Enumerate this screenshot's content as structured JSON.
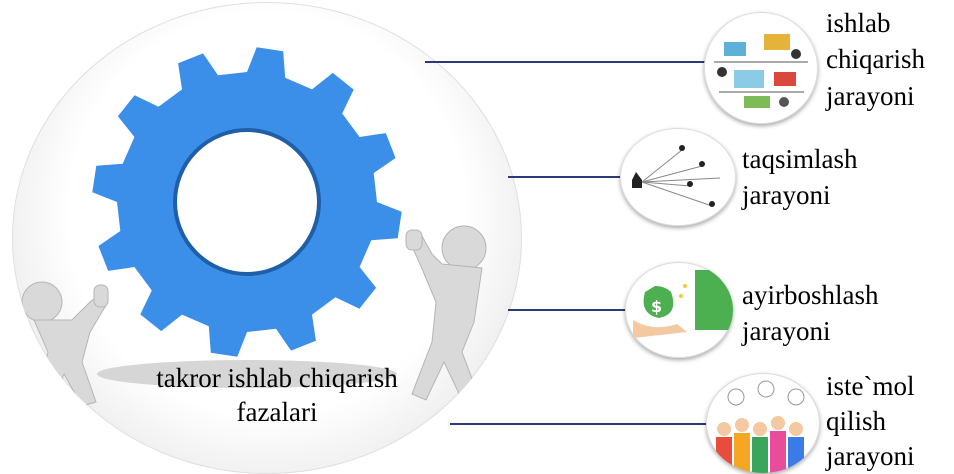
{
  "center": {
    "caption_line1": "takror  ishlab  chiqarish",
    "caption_line2": "fazalari",
    "gear_color": "#3b8fe8"
  },
  "stages": [
    {
      "line1": "ishlab",
      "line2": "chiqarish",
      "line3": "jarayoni",
      "icon": "factory-icon"
    },
    {
      "line1": "taqsimlash",
      "line2": "jarayoni",
      "icon": "distribution-network-icon"
    },
    {
      "line1": "ayirboshlash",
      "line2": "jarayoni",
      "icon": "money-exchange-icon"
    },
    {
      "line1": "iste`mol",
      "line2": "qilish",
      "line3": "jarayoni",
      "icon": "consumers-icon"
    }
  ],
  "colors": {
    "connector": "#2b3a78"
  }
}
